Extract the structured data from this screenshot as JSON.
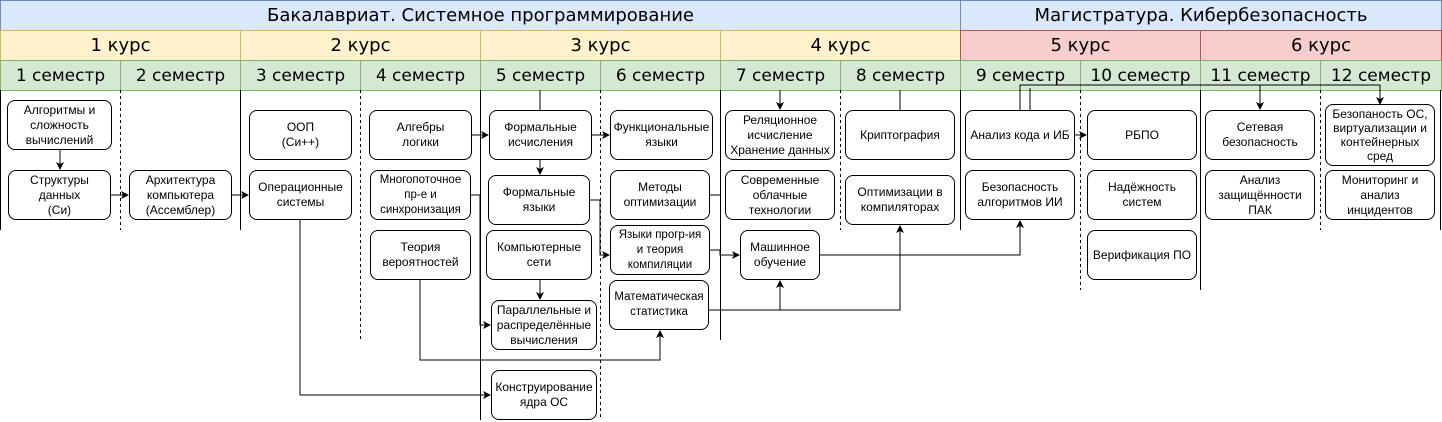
{
  "programs": [
    "Бакалавриат. Системное программирование",
    "Магистратура. Кибербезопасность"
  ],
  "courses": [
    "1 курс",
    "2 курс",
    "3 курс",
    "4 курс",
    "5 курс",
    "6 курс"
  ],
  "semesters": [
    "1 семестр",
    "2 семестр",
    "3 семестр",
    "4 семестр",
    "5 семестр",
    "6 семестр",
    "7 семестр",
    "8 семестр",
    "9 семестр",
    "10 семестр",
    "11 семестр",
    "12 семестр"
  ],
  "subjects": [
    "Алгоритмы и\nсложность\nвычислений",
    "Структуры\nданных\n(Си)",
    "Архитектура\nкомпьютера\n(Ассемблер)",
    "ООП\n(Си++)",
    "Операционные\nсистемы",
    "Алгебры\nлогики",
    "Многопоточное\nпр-е и\nсинхронизация",
    "Теория\nвероятностей",
    "Формальные\nисчисления",
    "Формальные\nязыки",
    "Компьютерные\nсети",
    "Параллельные и\nраспределённые\nвычисления",
    "Конструирование\nядра ОС",
    "Функциональные\nязыки",
    "Методы\nоптимизации",
    "Языки прогр-ия\nи теория\nкомпиляции",
    "Математическая\nстатистика",
    "Реляционное\nисчисление\nХранение данных",
    "Современные\nоблачные\nтехнологии",
    "Машинное\nобучение",
    "Криптография",
    "Оптимизации в\nкомпиляторах",
    "Анализ кода и ИБ",
    "Безопасность\nалгоритмов ИИ",
    "РБПО",
    "Надёжность\nсистем",
    "Верификация ПО",
    "Сетевая\nбезопасность",
    "Анализ\nзащищённости\nПАК",
    "Безопаность ОС,\nвиртуализации и\nконтейнерных\nсред",
    "Мониторинг и\nанализ\nинцидентов"
  ],
  "colors": {
    "program": "#dae8fc",
    "course_bachelor": "#fff2cc",
    "course_master": "#f8cecc",
    "semester": "#d5e8d4"
  }
}
